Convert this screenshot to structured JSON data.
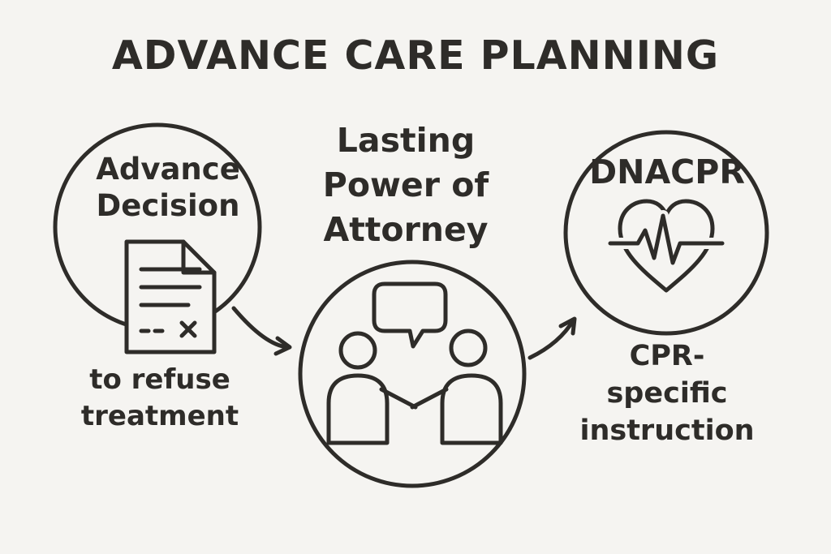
{
  "title": "ADVANCE CARE PLANNING",
  "colors": {
    "ink": "#2e2c29",
    "background": "#f5f4f1"
  },
  "nodes": {
    "advance_decision": {
      "label": [
        "Advance",
        "Decision"
      ],
      "caption": [
        "to refuse",
        "treatment"
      ],
      "icon": "document-refused-icon"
    },
    "lasting_power_of_attorney": {
      "label": [
        "Lasting",
        "Power of",
        "Attorney"
      ],
      "icon": "handshake-agreement-icon"
    },
    "dnacpr": {
      "label": [
        "DNACPR"
      ],
      "caption": [
        "CPR-",
        "specific",
        "instruction"
      ],
      "icon": "heart-ecg-icon"
    }
  }
}
